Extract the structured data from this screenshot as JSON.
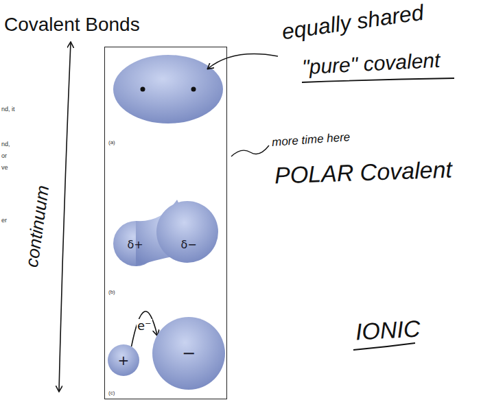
{
  "diagram": {
    "title": "Covalent Bonds",
    "nodes": [
      {
        "text": [
          "δ+",
          "δ−"
        ]
      },
      {
        "text": [
          "+"
        ]
      },
      {
        "text": [
          "−"
        ]
      }
    ],
    "edges": [
      {
        "from": 1,
        "to": 2,
        "arrow": "to",
        "label": "e⁻"
      }
    ],
    "labels": [
      "nd, it",
      "nd,",
      "or",
      "ve",
      "er",
      "(a)",
      "(b)",
      "(c)",
      "equally shared",
      "\"pure\" covalent",
      "more time here",
      "POLAR Covalent",
      "IONIC",
      "continuum"
    ]
  }
}
